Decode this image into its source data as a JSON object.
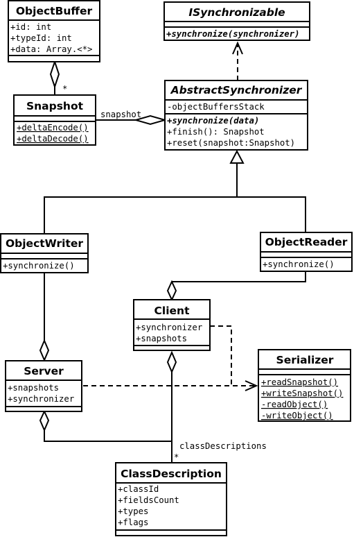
{
  "classes": {
    "object_buffer": {
      "name": "ObjectBuffer",
      "attributes": [
        "+id: int",
        "+typeId: int",
        "+data: Array.<*>"
      ],
      "operations": []
    },
    "isynchronizable": {
      "name": "ISynchronizable",
      "attributes": [],
      "operations": [
        "+synchronize(synchronizer)"
      ]
    },
    "snapshot": {
      "name": "Snapshot",
      "attributes": [],
      "operations": [
        "+deltaEncode()",
        "+deltaDecode()"
      ]
    },
    "abstract_synchronizer": {
      "name": "AbstractSynchronizer",
      "attributes": [
        "-objectBuffersStack"
      ],
      "operations": [
        "+synchronize(data)",
        "+finish(): Snapshot",
        "+reset(snapshot:Snapshot)"
      ]
    },
    "object_writer": {
      "name": "ObjectWriter",
      "attributes": [],
      "operations": [
        "+synchronize()"
      ]
    },
    "object_reader": {
      "name": "ObjectReader",
      "attributes": [],
      "operations": [
        "+synchronize()"
      ]
    },
    "client": {
      "name": "Client",
      "attributes": [
        "+synchronizer",
        "+snapshots"
      ],
      "operations": []
    },
    "serializer": {
      "name": "Serializer",
      "attributes": [],
      "operations": [
        "+readSnapshot()",
        "+writeSnapshot()",
        "-readObject()",
        "-writeObject()"
      ]
    },
    "server": {
      "name": "Server",
      "attributes": [
        "+snapshots",
        "+synchronizer"
      ],
      "operations": []
    },
    "class_description": {
      "name": "ClassDescription",
      "attributes": [
        "+classId",
        "+fieldsCount",
        "+types",
        "+flags"
      ],
      "operations": []
    }
  },
  "edge_labels": {
    "objectbuffer_multiplicity": "*",
    "snapshot_role": "snapshot",
    "class_descriptions_role": "classDescriptions",
    "class_descriptions_multiplicity": "*"
  }
}
